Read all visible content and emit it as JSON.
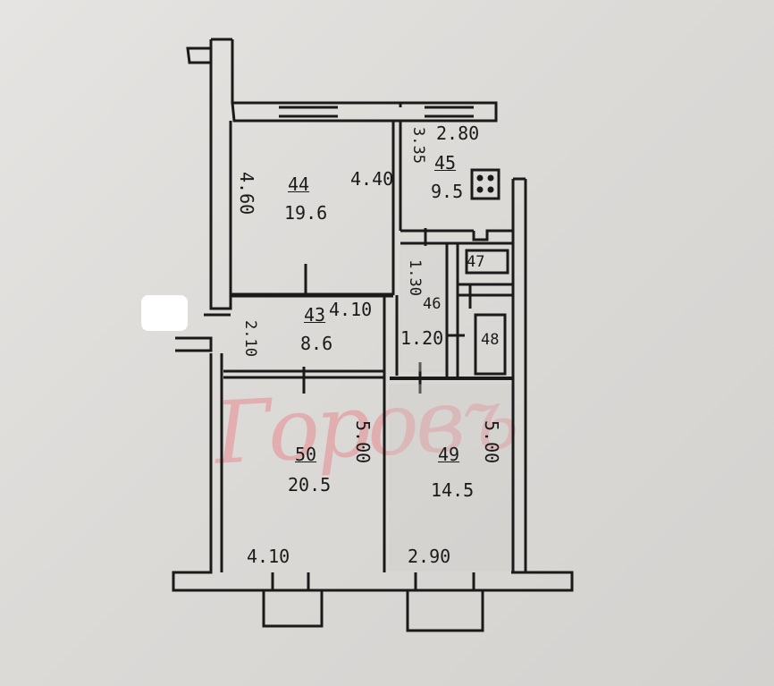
{
  "plan": {
    "watermark": "Горовъ",
    "rooms": [
      {
        "number": "44",
        "area": "19.6"
      },
      {
        "number": "45",
        "area": "9.5"
      },
      {
        "number": "43",
        "area": "8.6"
      },
      {
        "number": "50",
        "area": "20.5"
      },
      {
        "number": "49",
        "area": "14.5"
      },
      {
        "number": "46",
        "area": ""
      },
      {
        "number": "47",
        "area": ""
      },
      {
        "number": "48",
        "area": ""
      }
    ],
    "dimensions": {
      "r44_left": "4.60",
      "r44_right": "4.40",
      "r45_height": "3.35",
      "r45_width": "2.80",
      "hall_width": "4.10",
      "hall_height": "2.10",
      "bath_height": "1.30",
      "corridor_width": "1.20",
      "r50_height": "5.00",
      "r50_width": "4.10",
      "r49_height": "5.00",
      "r49_width": "2.90"
    }
  }
}
